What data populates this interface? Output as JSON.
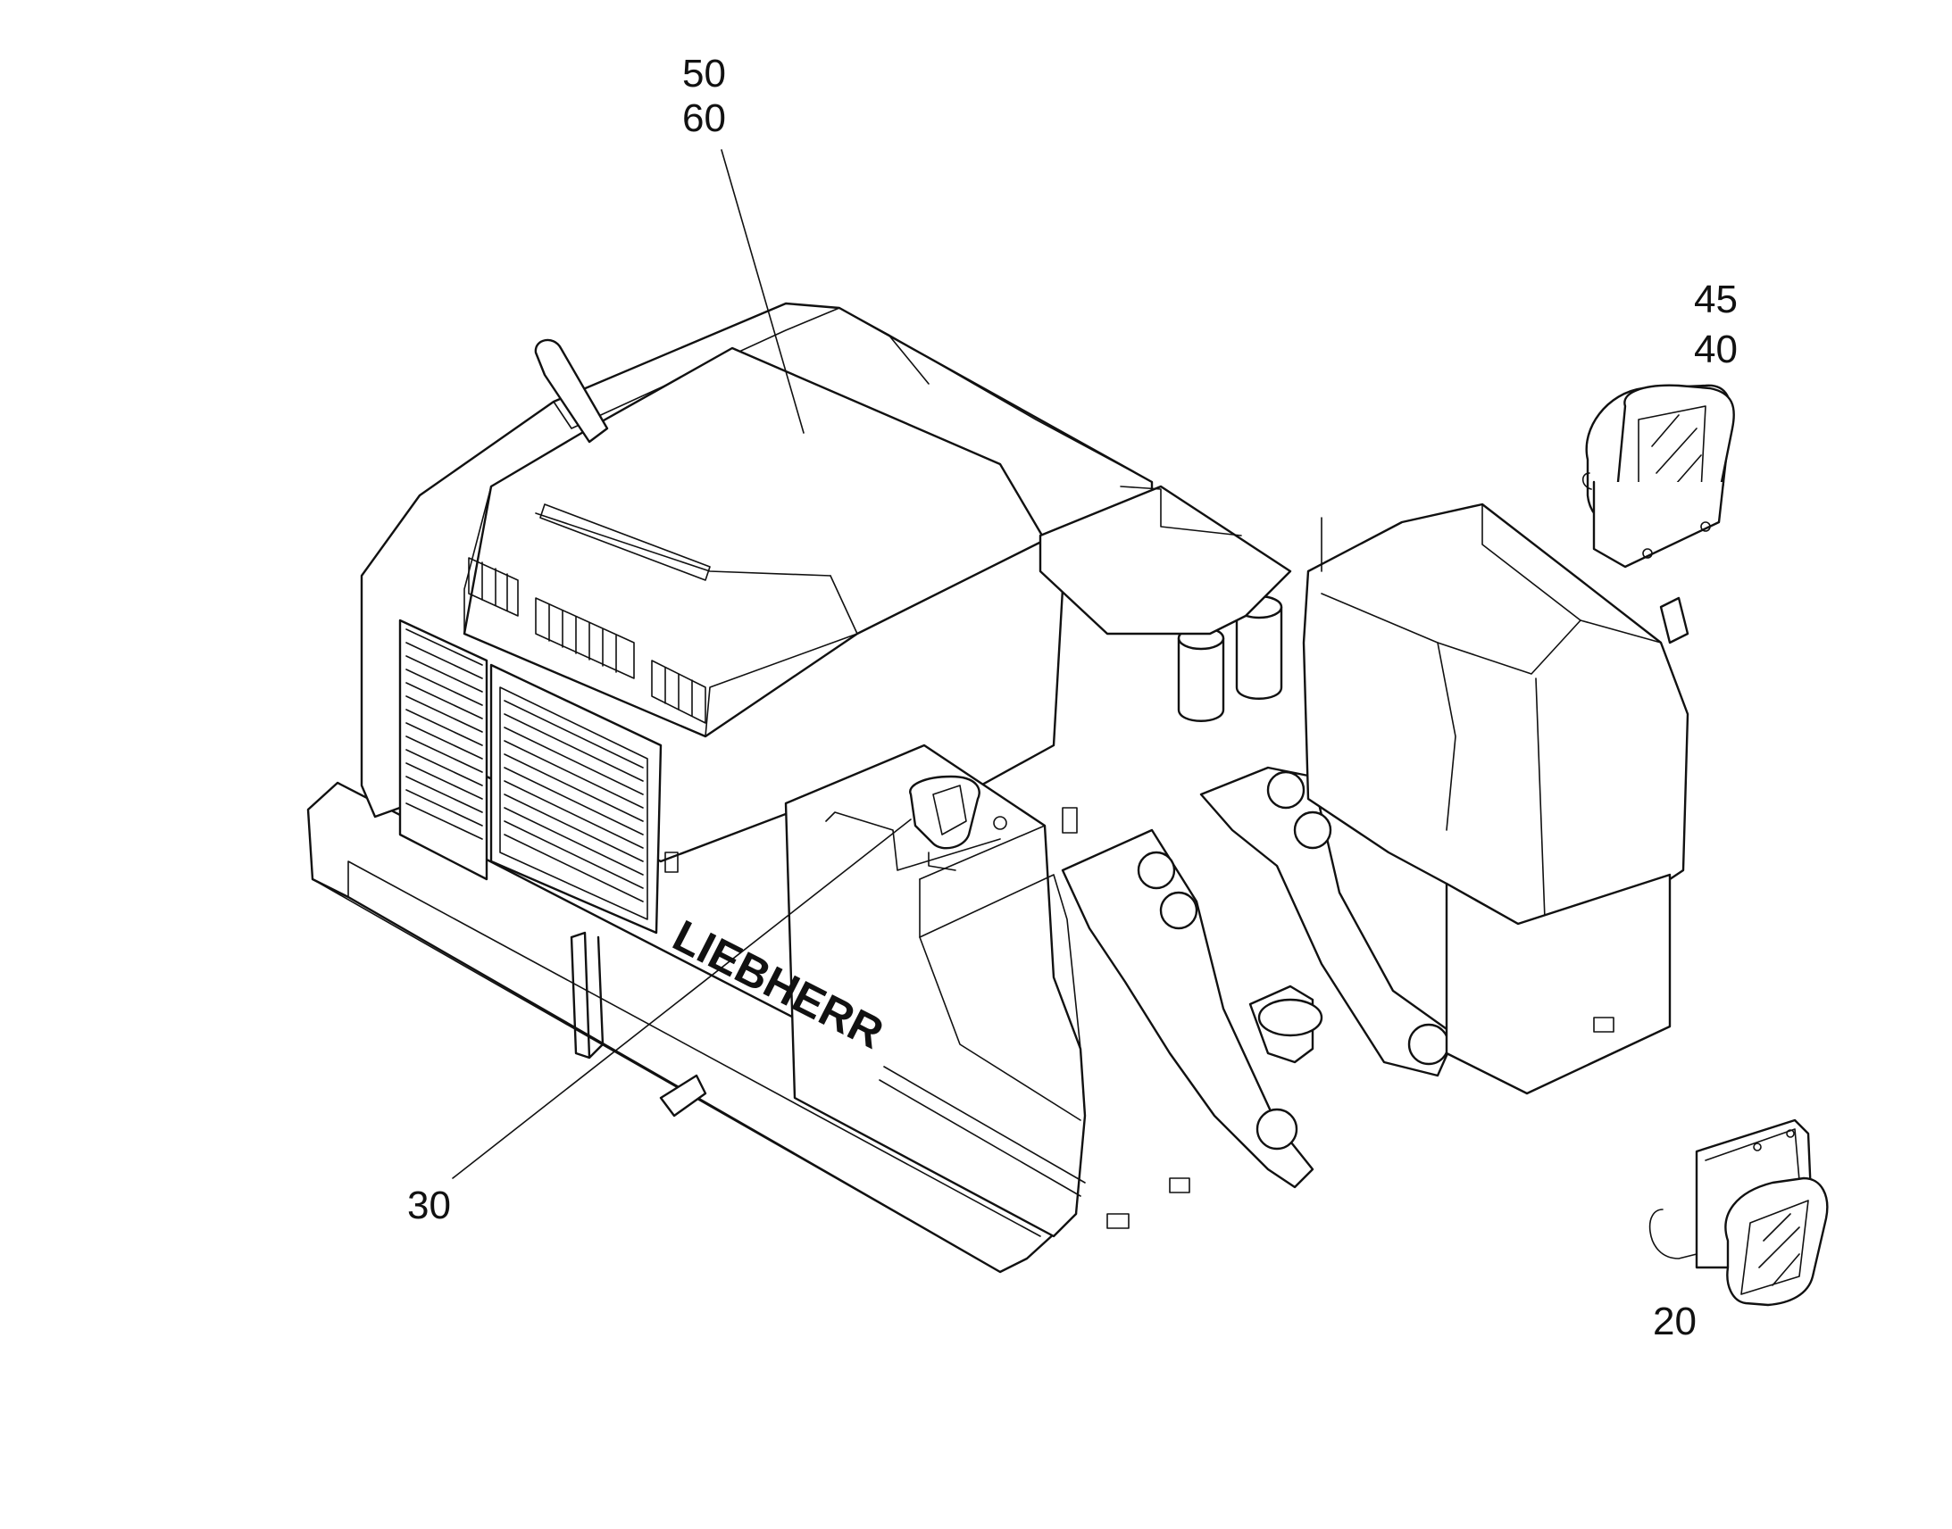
{
  "callouts": {
    "c50": "50",
    "c60": "60",
    "c45": "45",
    "c40": "40",
    "c30": "30",
    "c20": "20"
  },
  "brand_lettering": "LIEBHERR",
  "colors": {
    "line": "#111111",
    "background": "#ffffff"
  }
}
